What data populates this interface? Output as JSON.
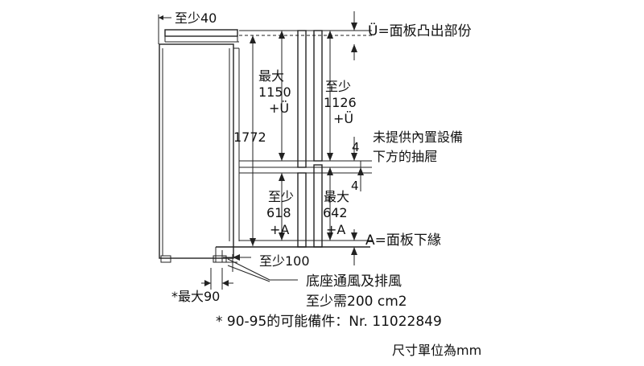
{
  "labels": {
    "min40": "至少40",
    "u_def": "Ü=面板凸出部份",
    "max_top_1": "最大",
    "max_top_2": "1150",
    "max_top_3": "+Ü",
    "min_top_1": "至少",
    "min_top_2": "1126",
    "min_top_3": "+Ü",
    "h1772": "1772",
    "drawer_1": "未提供內置設備",
    "drawer_2": "下方的抽屜",
    "gap_top": "4",
    "gap_bot": "4",
    "min_bot_1": "至少",
    "min_bot_2": "618",
    "min_bot_3": "+A",
    "max_bot_1": "最大",
    "max_bot_2": "642",
    "max_bot_3": "+A",
    "a_def": "A=面板下緣",
    "min100": "至少100",
    "max90": "*最大90",
    "base_1": "底座通風及排風",
    "base_2": "至少需200 cm2",
    "note": "* 90-95的可能備件：Nr. 11022849",
    "unit": "尺寸單位為mm"
  }
}
